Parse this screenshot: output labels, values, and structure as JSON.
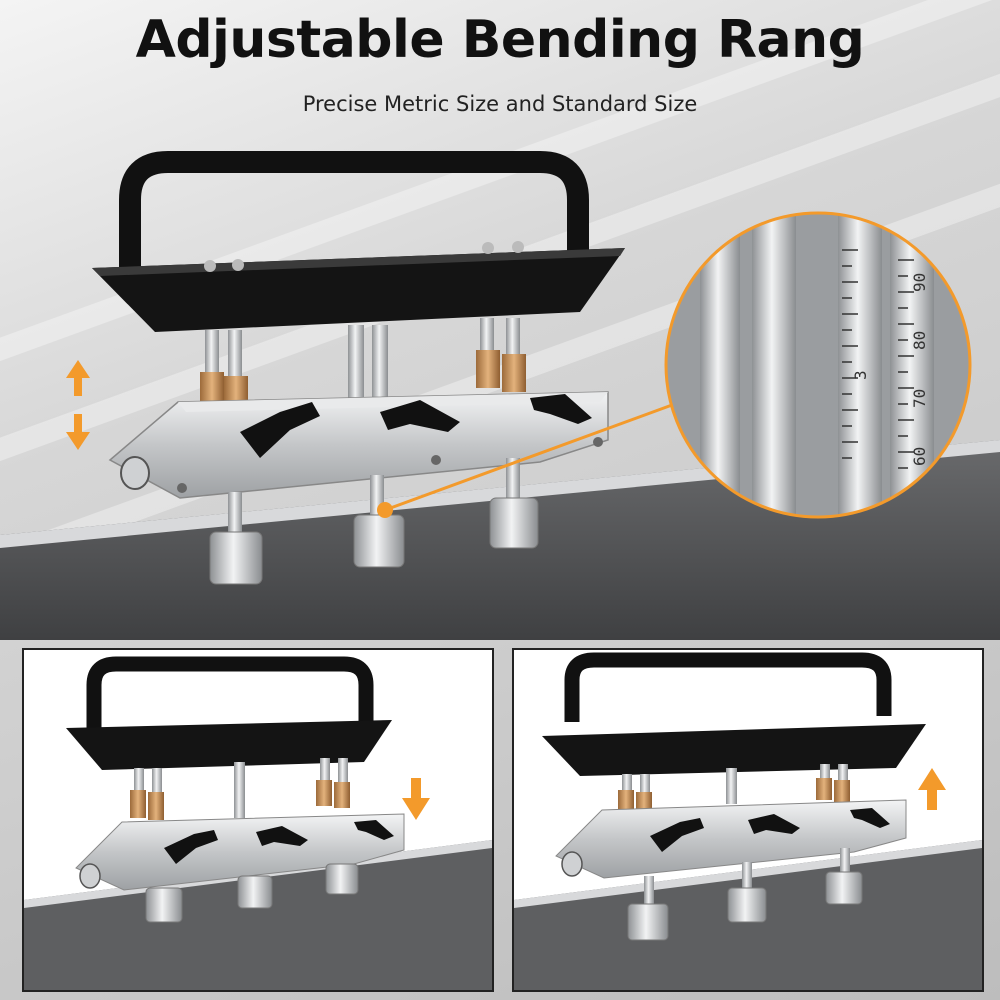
{
  "header": {
    "title": "Adjustable Bending Rang",
    "subtitle": "Precise Metric Size and Standard Size"
  },
  "zoom_scale": {
    "mark_labels": [
      "90",
      "80",
      "70",
      "60"
    ],
    "inner_label": "3"
  },
  "colors": {
    "accent": "#f39a2b",
    "handle": "#111111",
    "steel": "#c9cbcd",
    "brass": "#c9925a"
  },
  "icons": {
    "main_arrows": "up-down-arrow-icon",
    "left_panel_arrow": "down-arrow-icon",
    "right_panel_arrow": "up-arrow-icon"
  }
}
